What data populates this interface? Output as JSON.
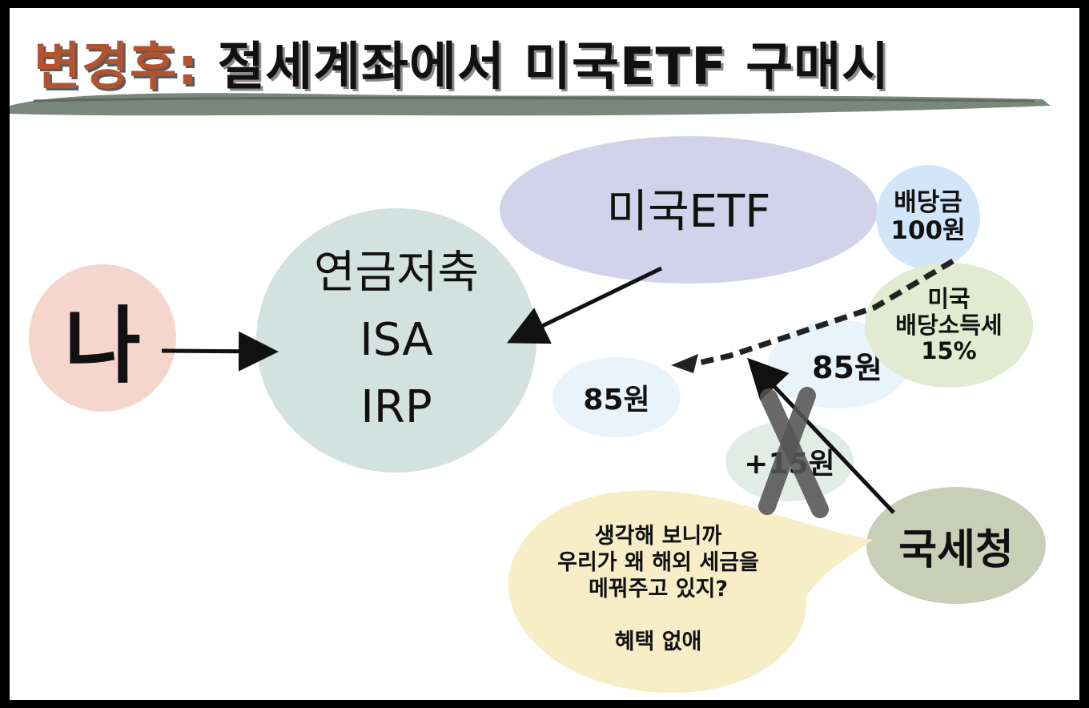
{
  "title": {
    "prefix": "변경후:",
    "main": "절세계좌에서 미국ETF 구매시"
  },
  "nodes": {
    "me": "나",
    "account": "연금저축\nISA\nIRP",
    "us_etf": "미국ETF",
    "dividend": "배당금\n100원",
    "us_tax": "미국\n배당소득세\n15%",
    "amount_after_tax": "85원",
    "amount_received": "85원",
    "refund": "+15원",
    "nts": "국세청"
  },
  "speech_bubble": {
    "text": "생각해 보니까\n우리가 왜 해외 세금을\n메꿔주고 있지?\n\n혜택 없애"
  },
  "colors": {
    "title_accent": "#b5532f",
    "me": "#f4d6cc",
    "account": "#d3e2de",
    "us_etf": "#d2d3ea",
    "dividend": "#d3e6f9",
    "us_tax": "#e3ead2",
    "amount": "#e9f3fc",
    "refund": "#e2ece7",
    "nts": "#c9ceb6",
    "bubble": "#f7edc7",
    "cross": "#555555"
  }
}
